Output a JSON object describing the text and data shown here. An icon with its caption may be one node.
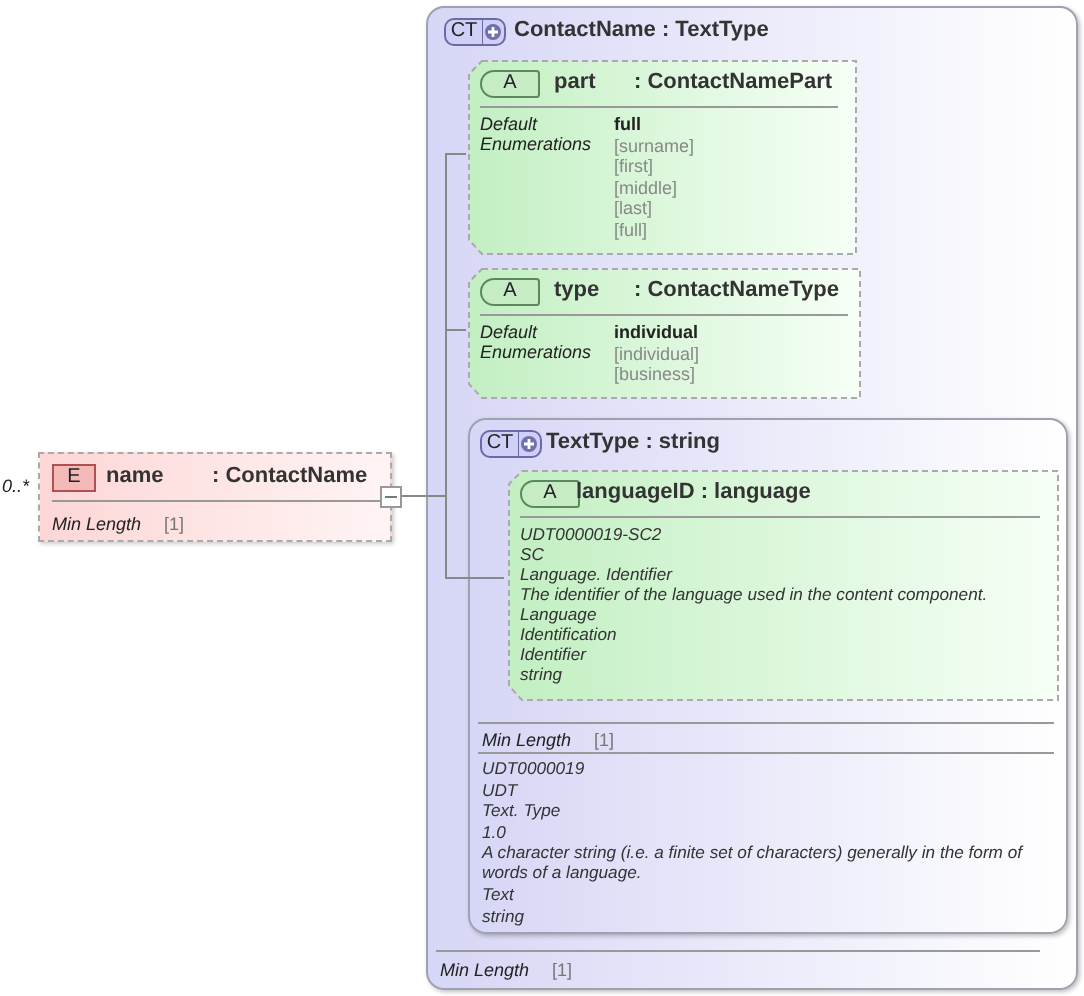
{
  "diagram": {
    "nodes": [
      {
        "text": [
          "E",
          "name",
          ": ContactName",
          "Min Length",
          "[1]"
        ],
        "beside": [
          "0..*"
        ]
      },
      {
        "text": [
          "CT",
          "ContactName : TextType",
          "Min Length",
          "[1]"
        ]
      },
      {
        "text": [
          "A",
          "part",
          ": ContactNamePart",
          "Default",
          "Enumerations",
          "full",
          "[surname]",
          "[first]",
          "[middle]",
          "[last]",
          "[full]"
        ],
        "in": 1
      },
      {
        "text": [
          "A",
          "type",
          ": ContactNameType",
          "Default",
          "Enumerations",
          "individual",
          "[individual]",
          "[business]"
        ],
        "in": 1
      },
      {
        "text": [
          "CT",
          "TextType : string",
          "Min Length",
          "[1]",
          "UDT0000019",
          "UDT",
          "Text. Type",
          "1.0",
          "A character string (i.e. a finite set of characters) generally in the form of words of a language.",
          "Text",
          "string"
        ],
        "in": 1
      },
      {
        "text": [
          "A",
          "languageID : language",
          "UDT0000019-SC2",
          "SC",
          "Language. Identifier",
          "The identifier of the language used in the content component.",
          "Language",
          "Identification",
          "Identifier",
          "string"
        ],
        "in": 4
      }
    ],
    "edges": [
      {
        "from": 0,
        "to": 2,
        "arrow": "none"
      },
      {
        "from": 0,
        "to": 3,
        "arrow": "none"
      },
      {
        "from": 0,
        "to": 5,
        "arrow": "none"
      }
    ]
  }
}
